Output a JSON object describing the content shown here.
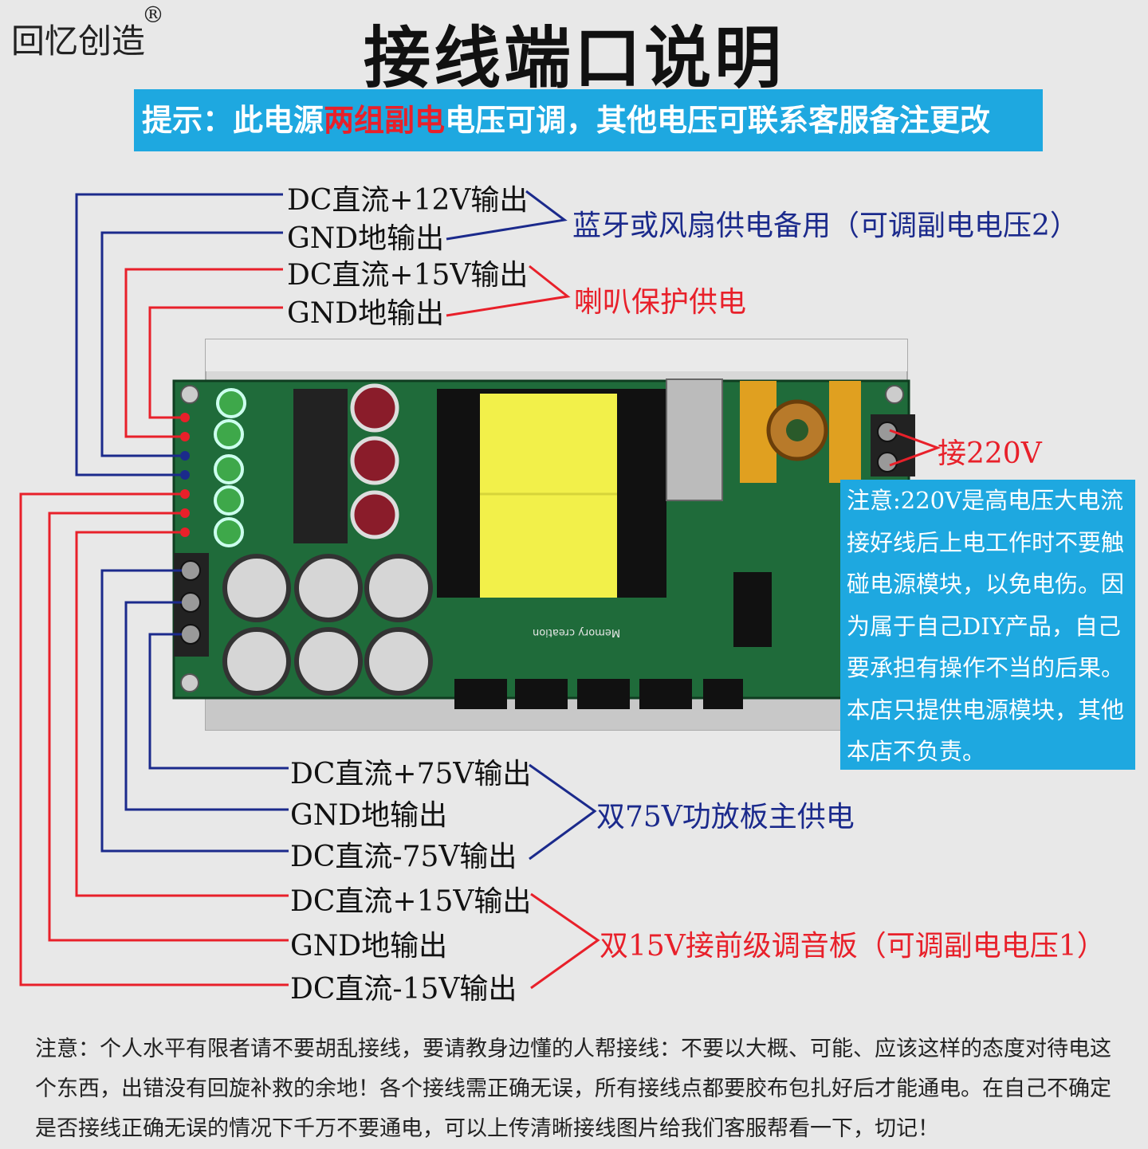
{
  "brand": {
    "name": "回忆创造",
    "reg": "®"
  },
  "title": "接线端口说明",
  "tip": {
    "prefix": "提示：此电源",
    "highlight": "两组副电",
    "suffix": "电压可调，其他电压可联系客服备注更改"
  },
  "top_outputs": [
    {
      "label": "DC直流+12V输出",
      "wire": "blue"
    },
    {
      "label": "GND地输出",
      "wire": "blue"
    },
    {
      "label": "DC直流+15V输出",
      "wire": "red"
    },
    {
      "label": "GND地输出",
      "wire": "red"
    }
  ],
  "top_groups": [
    {
      "label": "蓝牙或风扇供电备用（可调副电电压2）",
      "color": "blue"
    },
    {
      "label": "喇叭保护供电",
      "color": "red"
    }
  ],
  "bottom_outputs": [
    {
      "label": "DC直流+75V输出",
      "wire": "blue"
    },
    {
      "label": "GND地输出",
      "wire": "blue"
    },
    {
      "label": "DC直流-75V输出",
      "wire": "blue"
    },
    {
      "label": "DC直流+15V输出",
      "wire": "red"
    },
    {
      "label": "GND地输出",
      "wire": "red"
    },
    {
      "label": "DC直流-15V输出",
      "wire": "red"
    }
  ],
  "bottom_groups": [
    {
      "label": "双75V功放板主供电",
      "color": "blue"
    },
    {
      "label": "双15V接前级调音板（可调副电电压1）",
      "color": "red"
    }
  ],
  "ac_input": {
    "label": "接220V"
  },
  "warning": "注意:220V是高电压大电流接好线后上电工作时不要触碰电源模块，以免电伤。因为属于自己DIY产品，自己要承担有操作不当的后果。本店只提供电源模块，其他本店不负责。",
  "board": {
    "silkscreen_brand": "Memory creation"
  },
  "note": "注意：个人水平有限者请不要胡乱接线，要请教身边懂的人帮接线：不要以大概、可能、应该这样的态度对待电这个东西，出错没有回旋补救的余地！各个接线需正确无误，所有接线点都要胶布包扎好后才能通电。在自己不确定是否接线正确无误的情况下千万不要通电，可以上传清晰接线图片给我们客服帮看一下，切记！",
  "colors": {
    "blue_wire": "#1b2a8c",
    "red_wire": "#e8202a",
    "tip_bg": "#1ea8e0",
    "pcb": "#1f6b3a",
    "heatsink": "#d8d8d8"
  }
}
